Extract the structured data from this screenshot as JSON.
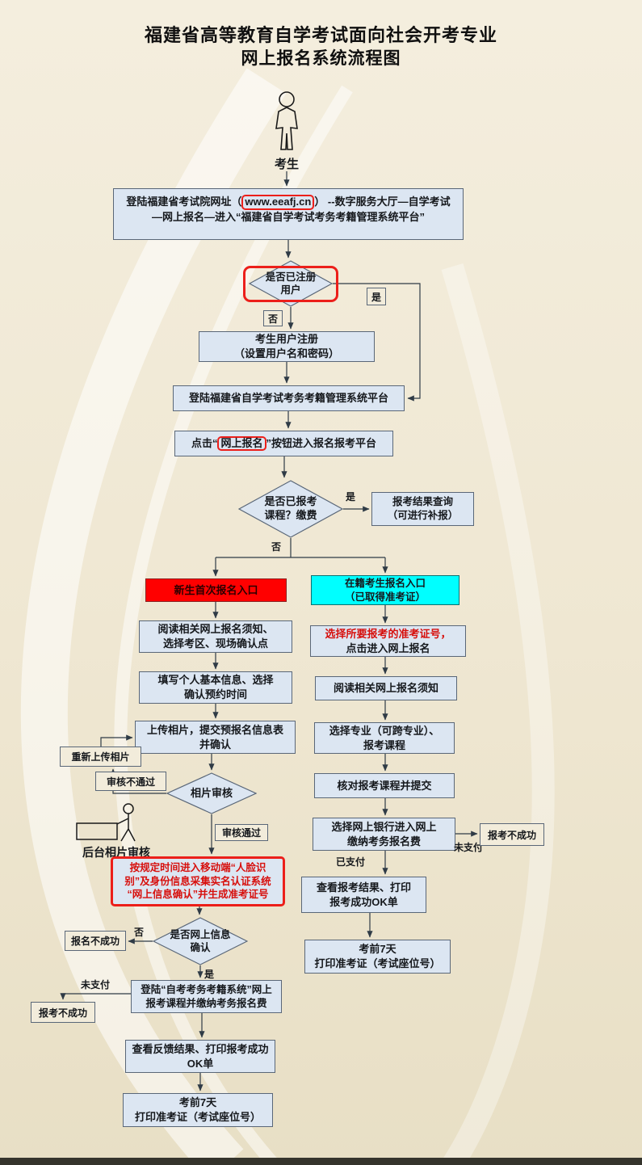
{
  "page": {
    "title_line1": "福建省高等教育自学考试面向社会开考专业",
    "title_line2": "网上报名系统流程图"
  },
  "actor": {
    "label": "考生"
  },
  "colors": {
    "new_entry_bg": "#ff0000",
    "old_entry_bg": "#00ffff",
    "highlight_red": "#ec1f1a",
    "box_bg": "#dce6f2"
  },
  "nodes": {
    "login_pre": "登陆福建省考试院网址（",
    "login_url": "www.eeafj.cn",
    "login_post": "） --数字服务大厅—自学考试—网上报名—进入“福建省自学考试考务考籍管理系统平台”",
    "decision_registered": "是否已注册\n用户",
    "register": "考生用户注册\n（设置用户名和密码）",
    "login_platform": "登陆福建省自学考试考务考籍管理系统平台",
    "click_pre": "点击“",
    "click_highlight": "网上报名",
    "click_post": "”按钮进入报名报考平台",
    "decision_enrolled": "是否已报考\n课程？缴费",
    "result_query": "报考结果查询\n（可进行补报）",
    "new_entry": "新生首次报名入口",
    "old_entry": "在籍考生报名入口\n（已取得准考证）",
    "read_notice_new": "阅读相关网上报名须知、\n选择考区、现场确认点",
    "fill_info": "填写个人基本信息、选择\n确认预约时间",
    "upload_photo": "上传相片，提交预报名信息表\n并确认",
    "photo_review": "相片审核",
    "review_fail": "审核不通过",
    "reupload": "重新上传相片",
    "review_pass": "审核通过",
    "backstage_review": "后台相片审核",
    "face_auth": "按规定时间进入移动端“人脸识\n别”及身份信息采集实名认证系统\n“网上信息确认”并生成准考证号",
    "decision_confirm": "是否网上信息\n确认",
    "register_fail": "报名不成功",
    "pay_course_new": "登陆“自考考务考籍系统”网上\n报考课程并缴纳考务报名费",
    "exam_fail_left": "报考不成功",
    "feedback_new": "查看反馈结果、打印报考成功\nOK单",
    "print_ticket_new": "考前7天\n打印准考证（考试座位号）",
    "choose_ticket_red": "选择所要报考的准考证号，",
    "choose_ticket_black": "点击进入网上报名",
    "read_notice_old": "阅读相关网上报名须知",
    "choose_major": "选择专业（可跨专业）、\n报考课程",
    "check_course": "核对报考课程并提交",
    "bank_pay": "选择网上银行进入网上\n缴纳考务报名费",
    "exam_fail_right": "报考不成功",
    "view_result_old": "查看报考结果、打印\n报考成功OK单",
    "print_ticket_old": "考前7天\n打印准考证（考试座位号）"
  },
  "edges": {
    "yes_registered": "是",
    "no_registered": "否",
    "yes_enrolled": "是",
    "no_enrolled": "否",
    "confirm_no": "否",
    "confirm_yes": "是",
    "unpaid_left": "未支付",
    "unpaid_right": "未支付",
    "paid": "已支付"
  }
}
